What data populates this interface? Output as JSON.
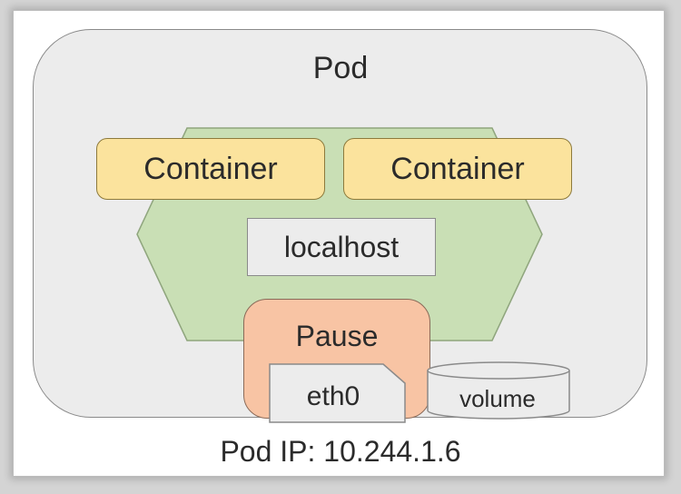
{
  "diagram": {
    "pod_title": "Pod",
    "containers": [
      {
        "label": "Container"
      },
      {
        "label": "Container"
      }
    ],
    "network": {
      "label": "localhost"
    },
    "pause": {
      "label": "Pause",
      "interface": "eth0"
    },
    "volume": {
      "label": "volume"
    },
    "pod_ip": "Pod IP: 10.244.1.6"
  },
  "colors": {
    "pod_fill": "#ececec",
    "shared_network_fill": "#c9dfb5",
    "container_fill": "#fbe39d",
    "pause_fill": "#f8c4a4",
    "outline": "#8a8a8a"
  },
  "icons": {
    "interface": "document-icon",
    "storage": "cylinder-icon"
  }
}
